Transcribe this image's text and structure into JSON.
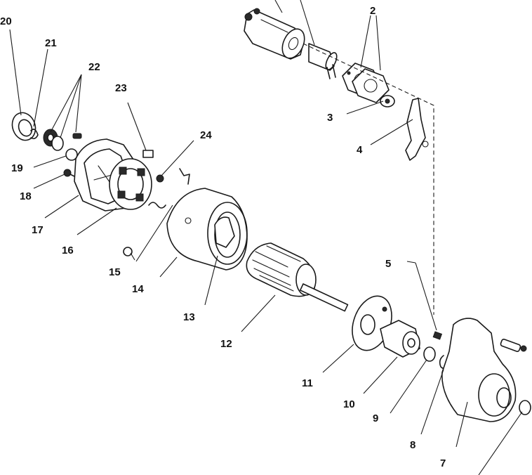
{
  "labels": {
    "p2": "2",
    "p3": "3",
    "p4": "4",
    "p5": "5",
    "p7": "7",
    "p8": "8",
    "p9": "9",
    "p10": "10",
    "p11": "11",
    "p12": "12",
    "p13": "13",
    "p14": "14",
    "p15": "15",
    "p16": "16",
    "p17": "17",
    "p18": "18",
    "p19": "19",
    "p20": "20",
    "p21": "21",
    "p22": "22",
    "p23": "23",
    "p24": "24"
  }
}
